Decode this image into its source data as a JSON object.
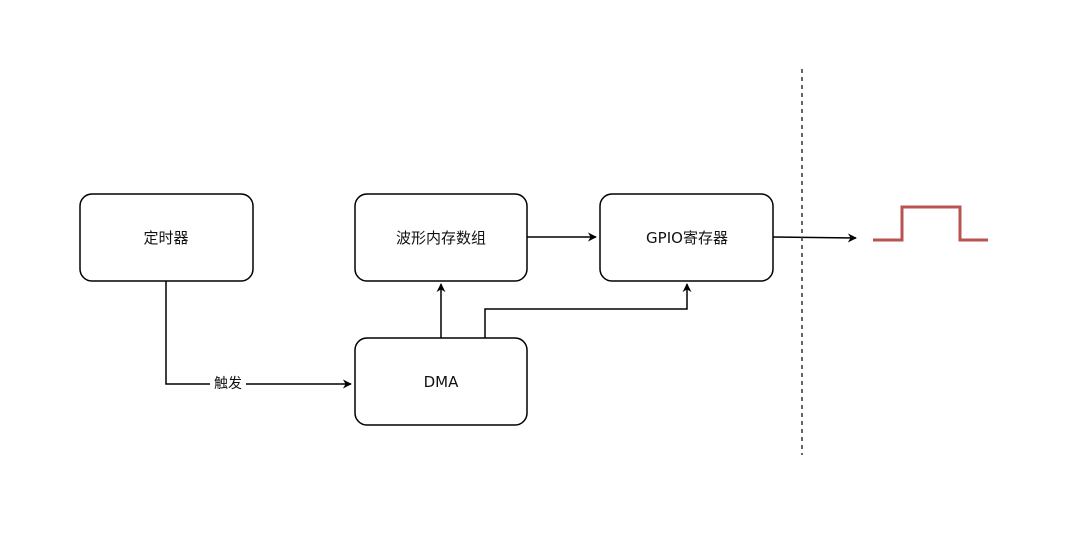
{
  "nodes": {
    "timer": {
      "label": "定时器"
    },
    "waveform_array": {
      "label": "波形内存数组"
    },
    "gpio_register": {
      "label": "GPIO寄存器"
    },
    "dma": {
      "label": "DMA"
    }
  },
  "edges": {
    "trigger": {
      "label": "触发"
    }
  },
  "colors": {
    "stroke": "#000000",
    "waveform": "#b85450",
    "divider": "#333333"
  }
}
